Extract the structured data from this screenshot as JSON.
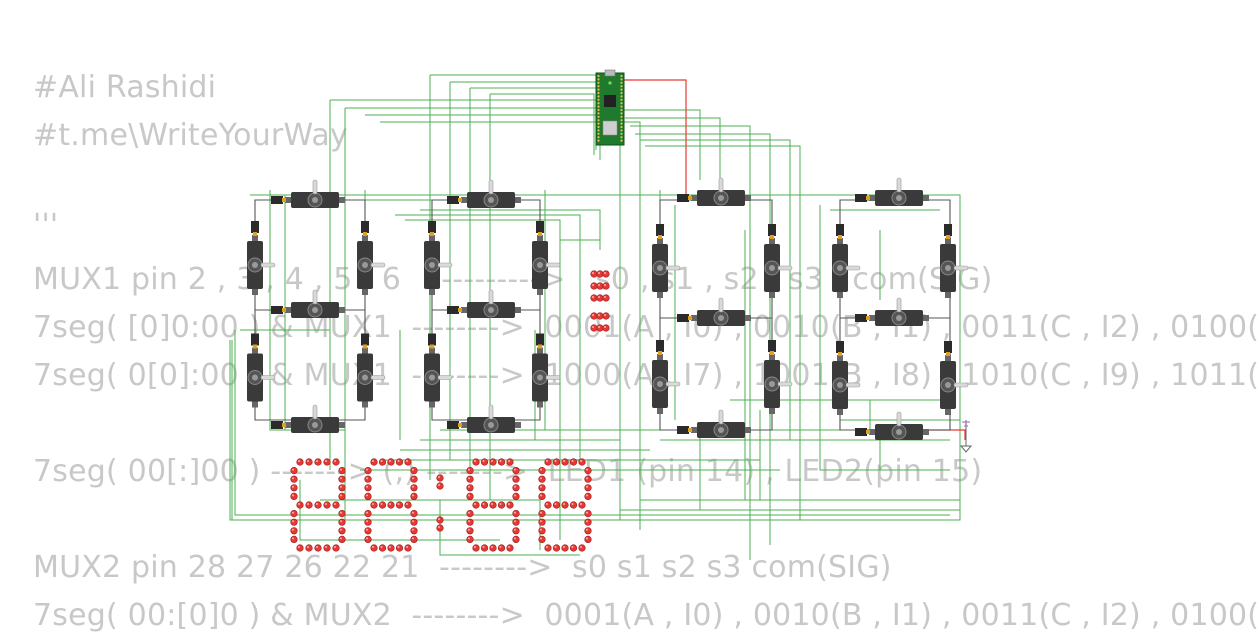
{
  "code_comment": {
    "lines": [
      "#Ali Rashidi",
      "#t.me\\WriteYourWay",
      "",
      "'''",
      "MUX1 pin 2 , 3 , 4 , 5 , 6   ---------->   s0 , s1 , s2 , s3 , com(SIG)",
      "7seg( [0]0:00 ) & MUX1  -------->  0001(A , I0) , 0010(B , I1) , 0011(C , I2) , 0100(",
      "7seg( 0[0]:00 ) & MUX1  -------->  1000(A , I7) , 1001(B , I8) , 1010(C , I9) , 1011(",
      "",
      "7seg( 00[:]00 ) -------> (,) ------->  LED1 (pin 14) , LED2(pin 15)",
      "",
      "MUX2 pin 28 27 26 22 21  -------->  s0 s1 s2 s3 com(SIG)",
      "7seg( 00:[0]0 ) & MUX2  -------->  0001(A , I0) , 0010(B , I1) , 0011(C , I2) , 0100("
    ]
  },
  "colors": {
    "wire": "#4caf50",
    "wire_dark": "#2e7d32",
    "power_wire": "#e53935",
    "servo_body": "#3a3a3a",
    "servo_horn": "#d9d9d9",
    "led_on": "#e53935",
    "board_pcb": "#1f7a2e",
    "code_text": "#c8c8c8"
  },
  "components": {
    "microcontroller": "raspberry-pi-pico-icon",
    "servo": "servo-motor-icon",
    "led": "red-led-icon",
    "seven_segment_digits": 4,
    "servo_digits": 4,
    "servos_per_digit": 7
  }
}
